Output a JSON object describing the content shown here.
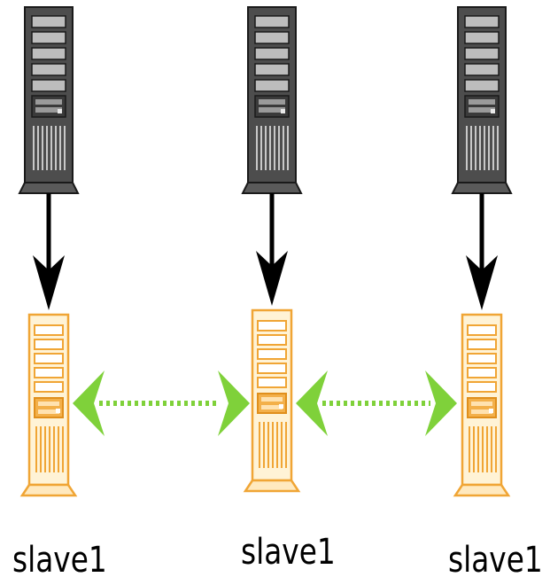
{
  "labels": [
    "slave1",
    "slave1",
    "slave1"
  ],
  "colors": {
    "master_server": "#4a4a4a",
    "slave_server": "#f3a93a",
    "slave_fill": "#fff3d6",
    "arrow": "#000000",
    "replication_link": "#7fd13a"
  },
  "icons": [
    "master-server-icon",
    "slave-server-icon",
    "arrow-down-icon",
    "double-arrow-icon"
  ]
}
